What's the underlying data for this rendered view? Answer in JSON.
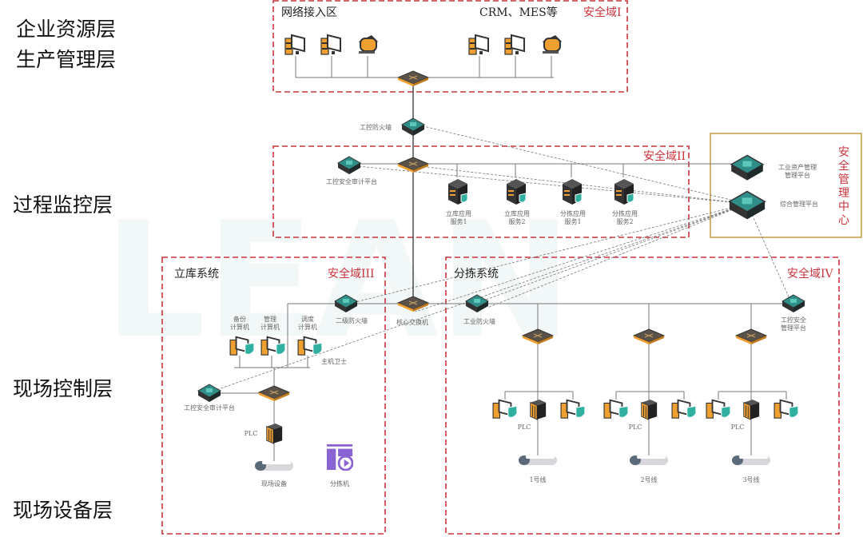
{
  "watermark": "LEAN",
  "layers": [
    "企业资源层",
    "生产管理层",
    "过程监控层",
    "现场控制层",
    "现场设备层"
  ],
  "domain1": {
    "title": "安全域I",
    "access_zone": "网络接入区",
    "systems": "CRM、MES等"
  },
  "firewall_top": "工控防火墙",
  "domain2": {
    "title": "安全域II",
    "audit": "工控安全审计平台",
    "servers": [
      [
        "立库应用",
        "服务1"
      ],
      [
        "立库应用",
        "服务2"
      ],
      [
        "分拣应用",
        "服务1"
      ],
      [
        "分拣应用",
        "服务2"
      ]
    ]
  },
  "center": {
    "title": "安全管理中心",
    "chars": [
      "安",
      "全",
      "管",
      "理",
      "中",
      "心"
    ],
    "asset": [
      "工业资产管理",
      "管理平台"
    ],
    "mgmt": "综合管理平台"
  },
  "core_switch": "核心交换机",
  "domain3": {
    "title": "安全域III",
    "system": "立库系统",
    "firewall": "二级防火墙",
    "pcs": [
      [
        "备份",
        "计算机"
      ],
      [
        "管理",
        "计算机"
      ],
      [
        "调度",
        "计算机"
      ]
    ],
    "host_guard": "主机卫士",
    "audit": "工控安全审计平台",
    "plc": "PLC",
    "device": "现场设备",
    "sorter": "分拣机"
  },
  "domain4": {
    "title": "安全域IV",
    "system": "分拣系统",
    "firewall": "工业防火墙",
    "mgmt": [
      "工控安全",
      "管理平台"
    ],
    "plc": "PLC",
    "lines": [
      "1号线",
      "2号线",
      "3号线"
    ]
  },
  "colors": {
    "zone": "#c9343c",
    "center_border": "#c8a24a",
    "device_orange": "#f0a030",
    "firewall_teal": "#2f8f88",
    "sorter_purple": "#8a63d2"
  }
}
